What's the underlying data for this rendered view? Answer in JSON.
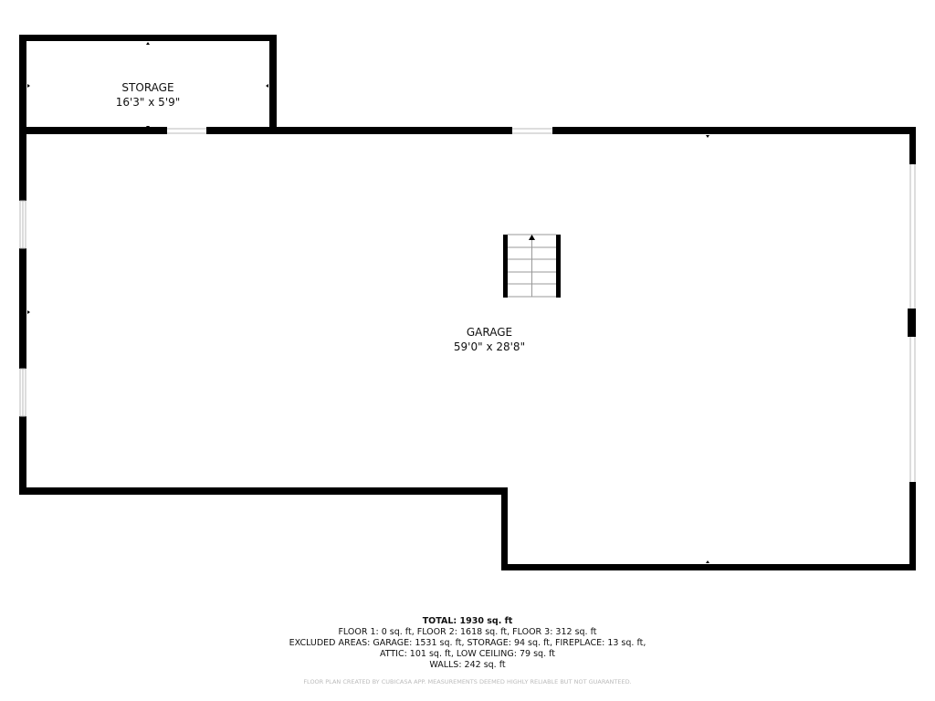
{
  "rooms": [
    {
      "name": "STORAGE",
      "dimensions": "16'3\" x 5'9\""
    },
    {
      "name": "GARAGE",
      "dimensions": "59'0\" x 28'8\""
    }
  ],
  "summary": {
    "total": "TOTAL: 1930 sq. ft",
    "floors": "FLOOR 1: 0 sq. ft, FLOOR 2: 1618 sq. ft, FLOOR 3: 312 sq. ft",
    "excluded_1": "EXCLUDED AREAS: GARAGE: 1531 sq. ft, STORAGE: 94 sq. ft, FIREPLACE: 13 sq. ft,",
    "excluded_2": "ATTIC: 101 sq. ft, LOW CEILING: 79 sq. ft",
    "walls": "WALLS: 242 sq. ft"
  },
  "credit": "FLOOR PLAN CREATED BY CUBICASA APP. MEASUREMENTS DEEMED HIGHLY RELIABLE BUT NOT GUARANTEED.",
  "colors": {
    "wall": "#000000",
    "window": "#bbbbbb",
    "credit": "#bbbbbb"
  }
}
